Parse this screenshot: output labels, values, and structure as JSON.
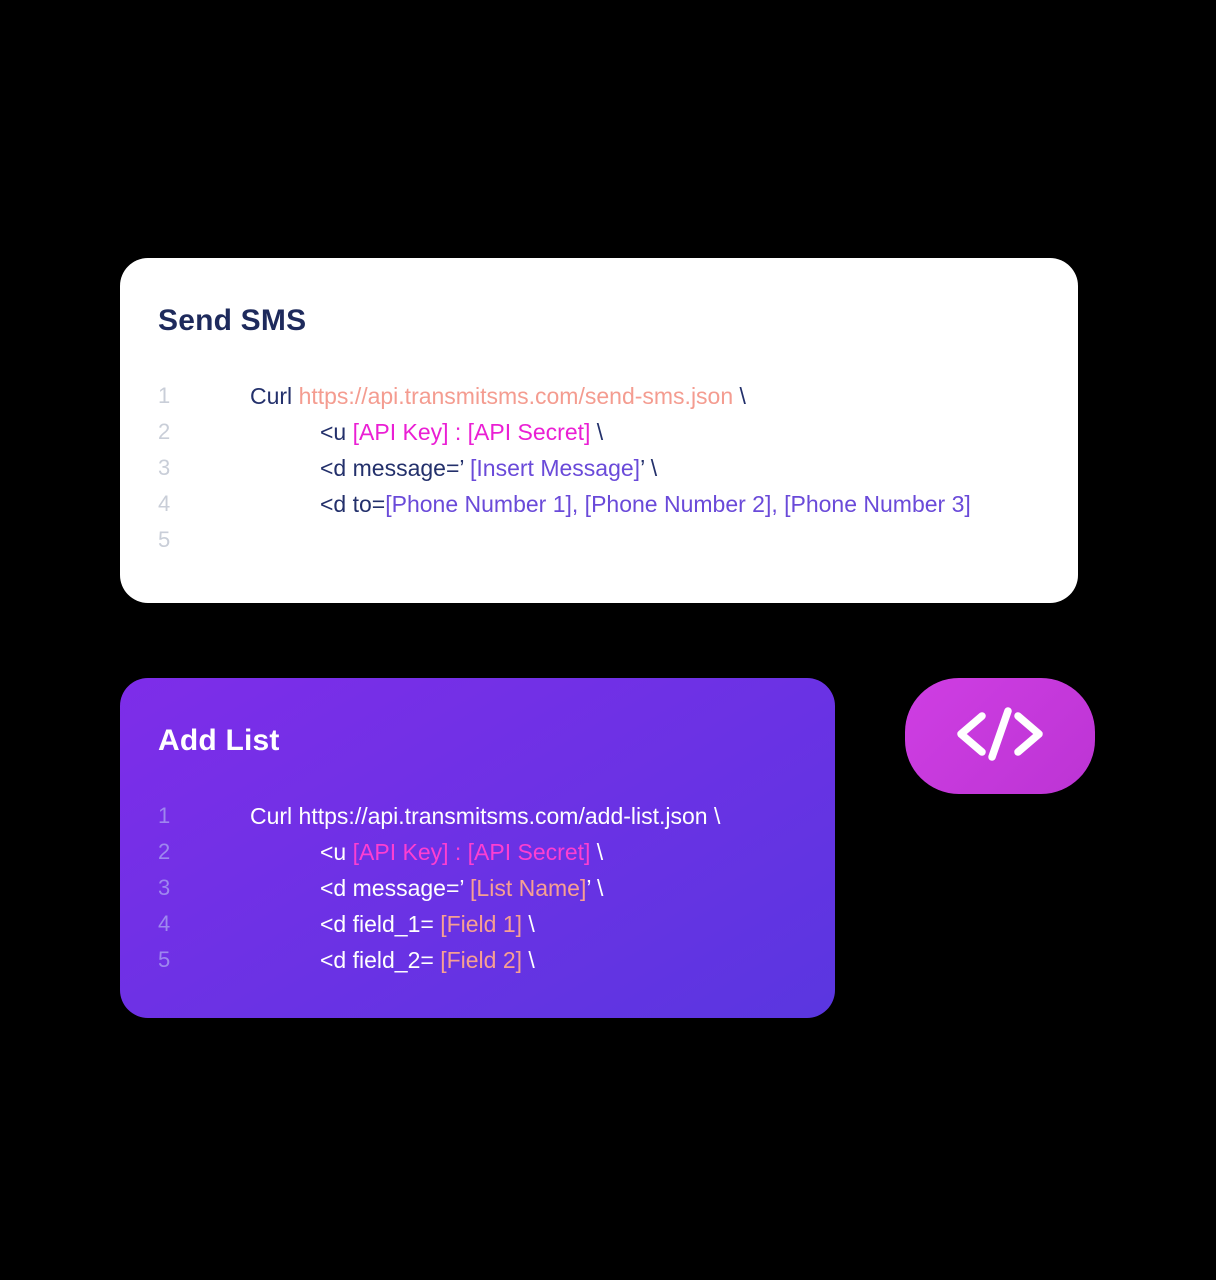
{
  "palette": {
    "page_bg": "#000000",
    "card1_bg": "#ffffff",
    "card1_title": "#1e2a5c",
    "code_dark": "#23306b",
    "salmon": "#f49c90",
    "magenta": "#ea1fd4",
    "purple": "#6a4ad9",
    "line_num_light": "#c9ced8",
    "card2_grad_start": "#7e2de9",
    "card2_grad_end": "#5a36e0",
    "line_num_purple": "#9e87ef",
    "code_white": "#ffffff",
    "pink": "#fd3fd1",
    "salmon2": "#f7a091",
    "badge_grad_start": "#cf3ee3",
    "badge_grad_end": "#bc34d4"
  },
  "cards": {
    "send_sms": {
      "title": "Send SMS",
      "line_numbers": [
        "1",
        "2",
        "3",
        "4",
        "5"
      ],
      "lines": [
        {
          "segments": [
            {
              "t": "Curl ",
              "c": "dark"
            },
            {
              "t": "https://api.transmitsms.com/send-sms.json",
              "c": "salmon"
            },
            {
              "t": " \\",
              "c": "dark"
            }
          ]
        },
        {
          "segments": [
            {
              "t": "<u ",
              "c": "dark"
            },
            {
              "t": "[API Key] : [API Secret]",
              "c": "magenta"
            },
            {
              "t": " \\",
              "c": "dark"
            }
          ]
        },
        {
          "segments": [
            {
              "t": "<d message=’ ",
              "c": "dark"
            },
            {
              "t": "[Insert Message]",
              "c": "purple"
            },
            {
              "t": "’ \\",
              "c": "dark"
            }
          ]
        },
        {
          "segments": [
            {
              "t": "<d to=",
              "c": "dark"
            },
            {
              "t": "[Phone Number 1], [Phone Number 2], [Phone Number 3]",
              "c": "purple"
            }
          ]
        },
        {
          "segments": []
        }
      ]
    },
    "add_list": {
      "title": "Add List",
      "line_numbers": [
        "1",
        "2",
        "3",
        "4",
        "5"
      ],
      "lines": [
        {
          "segments": [
            {
              "t": "Curl https://api.transmitsms.com/add-list.json \\",
              "c": "white"
            }
          ]
        },
        {
          "segments": [
            {
              "t": "<u ",
              "c": "white"
            },
            {
              "t": "[API Key] : [API Secret]",
              "c": "pink"
            },
            {
              "t": " \\",
              "c": "white"
            }
          ]
        },
        {
          "segments": [
            {
              "t": "<d message=’ ",
              "c": "white"
            },
            {
              "t": "[List Name]",
              "c": "salmon2"
            },
            {
              "t": "’ \\",
              "c": "white"
            }
          ]
        },
        {
          "segments": [
            {
              "t": "<d field_1= ",
              "c": "white"
            },
            {
              "t": "[Field 1]",
              "c": "salmon2"
            },
            {
              "t": " \\",
              "c": "white"
            }
          ]
        },
        {
          "segments": [
            {
              "t": "<d field_2= ",
              "c": "white"
            },
            {
              "t": "[Field 2]",
              "c": "salmon2"
            },
            {
              "t": " \\",
              "c": "white"
            }
          ]
        }
      ]
    }
  },
  "badge": {
    "icon": "code-brackets-icon"
  }
}
